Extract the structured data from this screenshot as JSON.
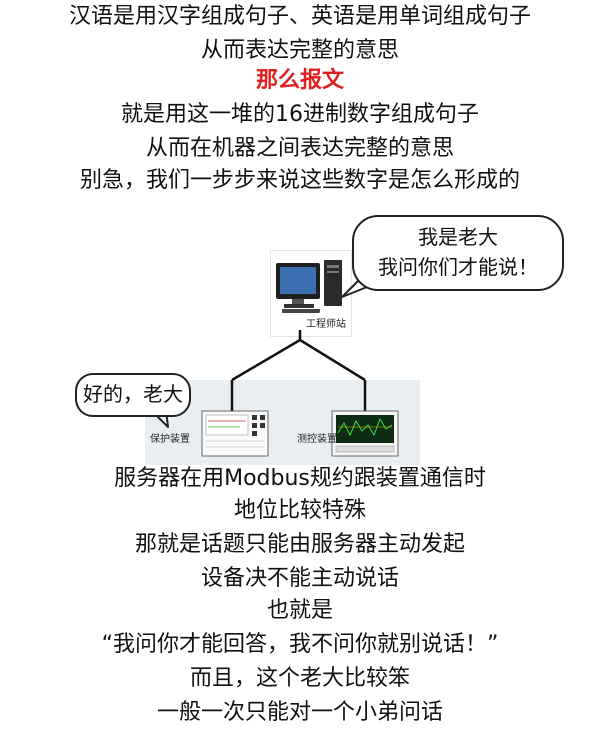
{
  "intro_lines": [
    "汉语是用汉字组成句子、英语是用单词组成句子",
    "从而表达完整的意思",
    "那么报文",
    "就是用这一堆的16进制数字组成句子",
    "从而在机器之间表达完整的意思",
    "别急，我们一步步来说这些数字是怎么形成的"
  ],
  "diagram": {
    "boss_bubble_line1": "我是老大",
    "boss_bubble_line2": "我问你们才能说！",
    "workstation_label": "工程师站",
    "device_bubble": "好的，老大",
    "device1_label": "保护装置",
    "device2_label": "测控装置"
  },
  "outro_lines": [
    "服务器在用Modbus规约跟装置通信时",
    "地位比较特殊",
    "那就是话题只能由服务器主动发起",
    "设备决不能主动说话",
    "也就是",
    "“我问你才能回答，我不问你就别说话！”",
    "而且，这个老大比较笨",
    "一般一次只能对一个小弟问话"
  ],
  "colors": {
    "highlight": "#e02020",
    "text": "#111111",
    "panel": "#e9eef3"
  }
}
